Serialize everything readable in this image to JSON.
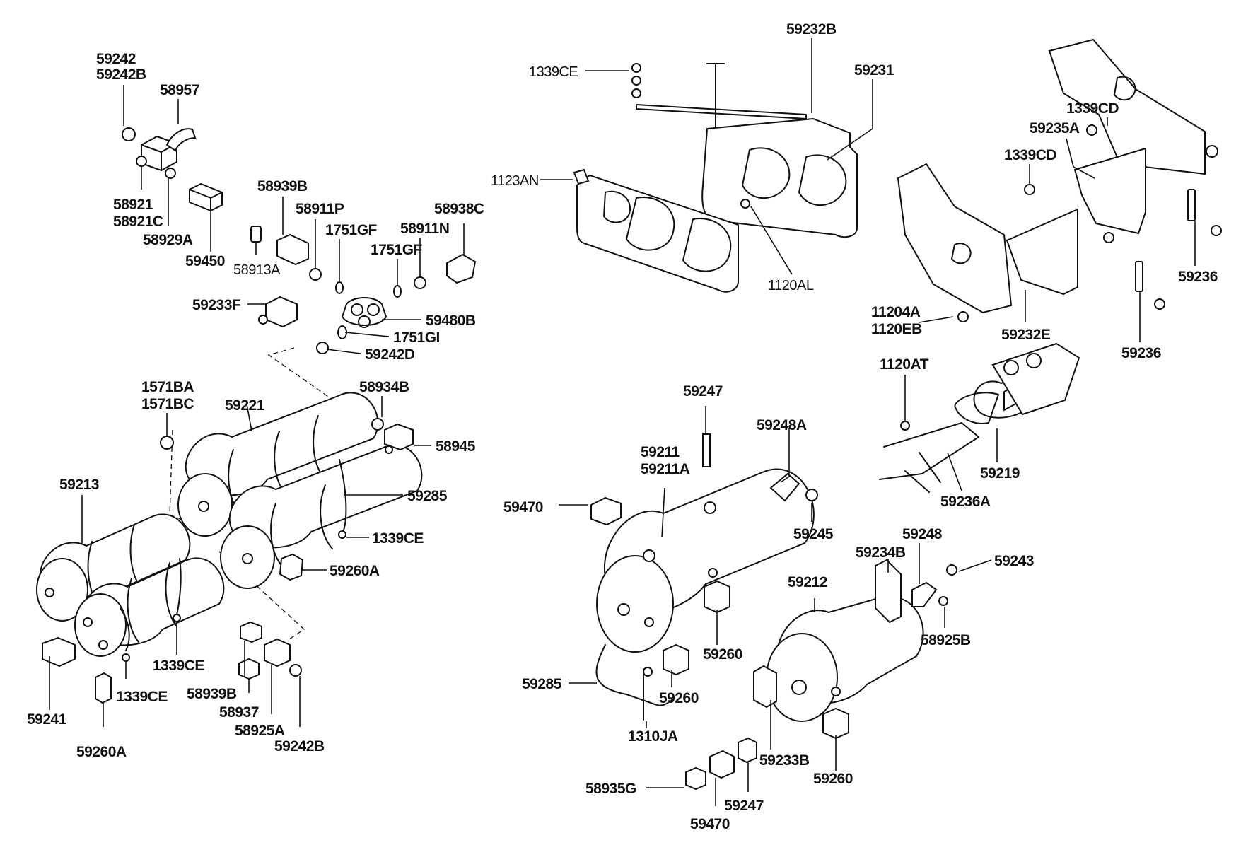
{
  "labels": {
    "l59242": "59242",
    "l59242b_top": "59242B",
    "l58957": "58957",
    "l58921": "58921",
    "l58921c": "58921C",
    "l58929a": "58929A",
    "l59450": "59450",
    "l58939b_top": "58939B",
    "l58911p": "58911P",
    "l1751gf_a": "1751GF",
    "l58911n": "58911N",
    "l58938c": "58938C",
    "l1751gf_b": "1751GF",
    "l58913a": "58913A",
    "l59233f": "59233F",
    "l59480b": "59480B",
    "l1751gi": "1751GI",
    "l59242d": "59242D",
    "l1571ba": "1571BA",
    "l1571bc": "1571BC",
    "l59221": "59221",
    "l58934b": "58934B",
    "l58945": "58945",
    "l59213": "59213",
    "l59285_left": "59285",
    "l1339ce_mid": "1339CE",
    "l59260a_mid": "59260A",
    "l1339ce_low": "1339CE",
    "l1339ce_low2": "1339CE",
    "l59241": "59241",
    "l59260a_low": "59260A",
    "l58939b_low": "58939B",
    "l58937": "58937",
    "l58925a": "58925A",
    "l59242b_low": "59242B",
    "l59232b": "59232B",
    "l1339ce_top": "1339CE",
    "l59231": "59231",
    "l1123an": "1123AN",
    "l1120al": "1120AL",
    "l1339cd_a": "1339CD",
    "l59235a": "59235A",
    "l1339cd_b": "1339CD",
    "l59236_a": "59236",
    "l11204a": "11204A",
    "l1120eb": "1120EB",
    "l59232e": "59232E",
    "l59236_b": "59236",
    "l1120at": "1120AT",
    "l59219": "59219",
    "l59236a": "59236A",
    "l59247_top": "59247",
    "l59248a": "59248A",
    "l59211": "59211",
    "l59211a": "59211A",
    "l59470_top": "59470",
    "l59245": "59245",
    "l59248": "59248",
    "l59234b": "59234B",
    "l59243": "59243",
    "l59212": "59212",
    "l58925b": "58925B",
    "l59260_a": "59260",
    "l59285_right": "59285",
    "l59260_b": "59260",
    "l1310ja": "1310JA",
    "l59233b": "59233B",
    "l59260_c": "59260",
    "l58935g": "58935G",
    "l59247_low": "59247",
    "l59470_low": "59470"
  }
}
